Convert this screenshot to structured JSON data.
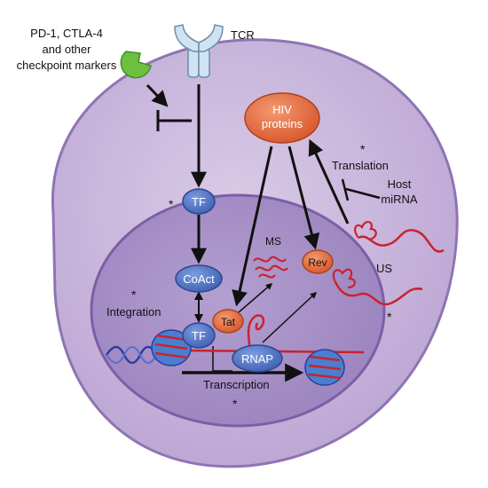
{
  "labels": {
    "checkpoint": [
      "PD-1, CTLA-4",
      "and other",
      "checkpoint markers"
    ],
    "tcr": "TCR",
    "hiv_proteins": [
      "HIV",
      "proteins"
    ],
    "translation": "Translation",
    "host_mirna": [
      "Host",
      "miRNA"
    ],
    "tf_top": "TF",
    "coact": "CoAct",
    "tf_bottom": "TF",
    "rnap": "RNAP",
    "tat": "Tat",
    "rev": "Rev",
    "ms": "MS",
    "us": "US",
    "integration": "Integration",
    "transcription": "Transcription",
    "asterisk": "*"
  },
  "colors": {
    "cell_fill": "#c9b6dc",
    "cell_edge": "#8f74b3",
    "nucleus_fill": "#a790c4",
    "nucleus_edge": "#7b5fa6",
    "tf_blue": "#4f73c6",
    "hiv_orange": "#e2673a",
    "rna_red": "#c8232e",
    "receptor_green": "#6dbf3f",
    "dna_blue": "#2d3f9e"
  }
}
